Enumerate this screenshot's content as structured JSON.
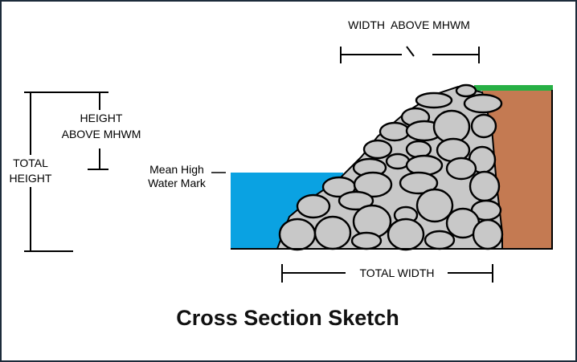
{
  "labels": {
    "width_above_mhwm": "WIDTH  ABOVE MHWM",
    "height_above_line1": "HEIGHT",
    "height_above_line2": "ABOVE MHWM",
    "total_height_line1": "TOTAL",
    "total_height_line2": "HEIGHT",
    "mhwm_line1": "Mean High",
    "mhwm_line2": "Water Mark",
    "total_width": "TOTAL WIDTH"
  },
  "title": "Cross Section Sketch",
  "colors": {
    "water": "#0aa2e2",
    "soil": "#c47a52",
    "grass": "#27b045",
    "rock": "#c8c8c8",
    "border": "#1c2b3a"
  }
}
